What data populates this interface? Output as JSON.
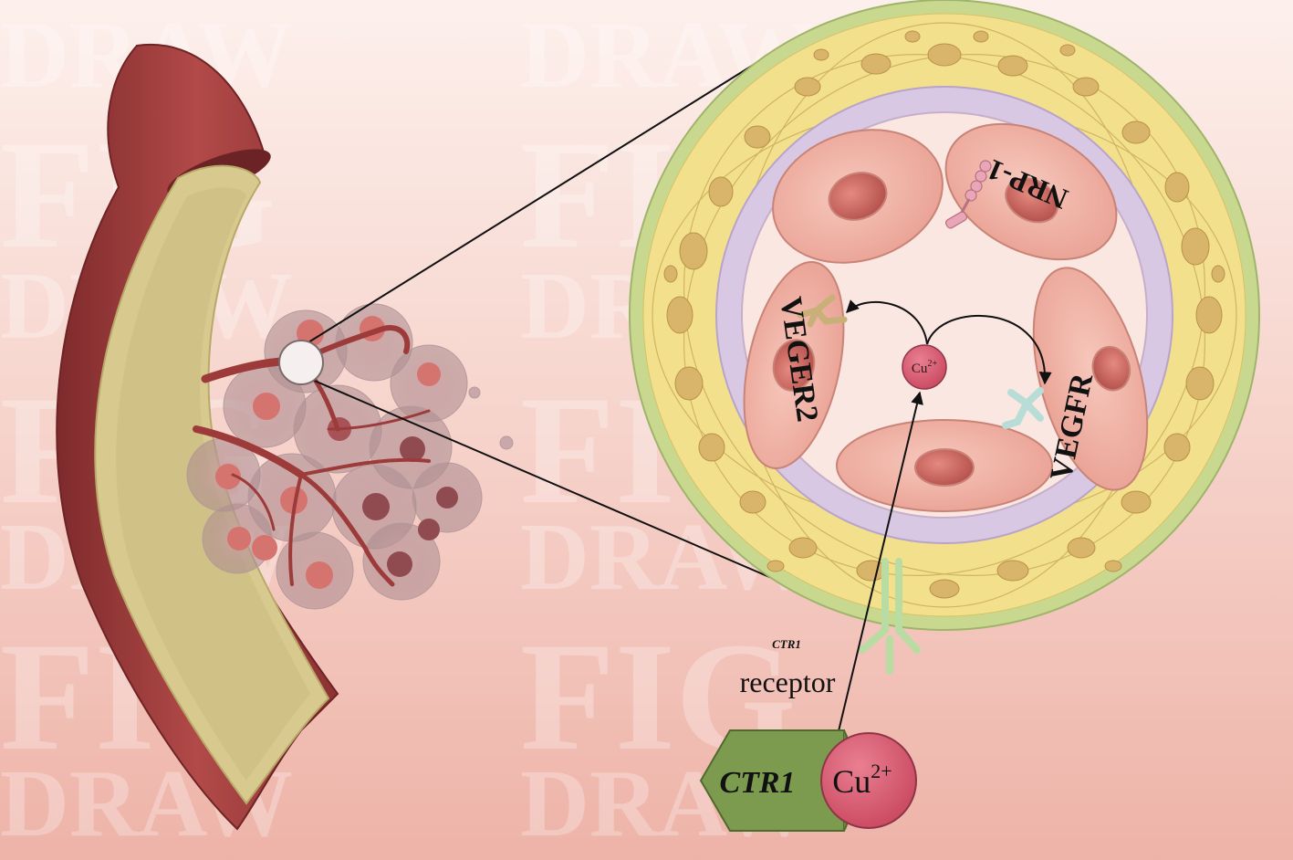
{
  "watermark": {
    "word1": "FIG",
    "word2": "DRAW"
  },
  "labels": {
    "nrp1": "NRP-1",
    "veger2": "VEGER2",
    "vegfr": "VEGFR",
    "cu_center_base": "Cu",
    "cu_center_sup": "2+",
    "ctr1_small": "CTR1",
    "receptor": "receptor",
    "ctr1_big": "CTR1",
    "cu_big_base": "Cu",
    "cu_big_sup": "2+"
  },
  "colors": {
    "vessel_wall": "#9e3d3d",
    "vessel_lumen": "#d4c48a",
    "outer_ring": "#c8d98f",
    "yellow_layer": "#f3e08c",
    "purple_ring": "#d9c8e3",
    "endothelial_cell": "#f2b3a6",
    "nucleus": "#d06a63",
    "cu_ion": "#d65b71",
    "ctr1_block": "#7c9b4f",
    "receptor_green": "#b9dca2"
  }
}
